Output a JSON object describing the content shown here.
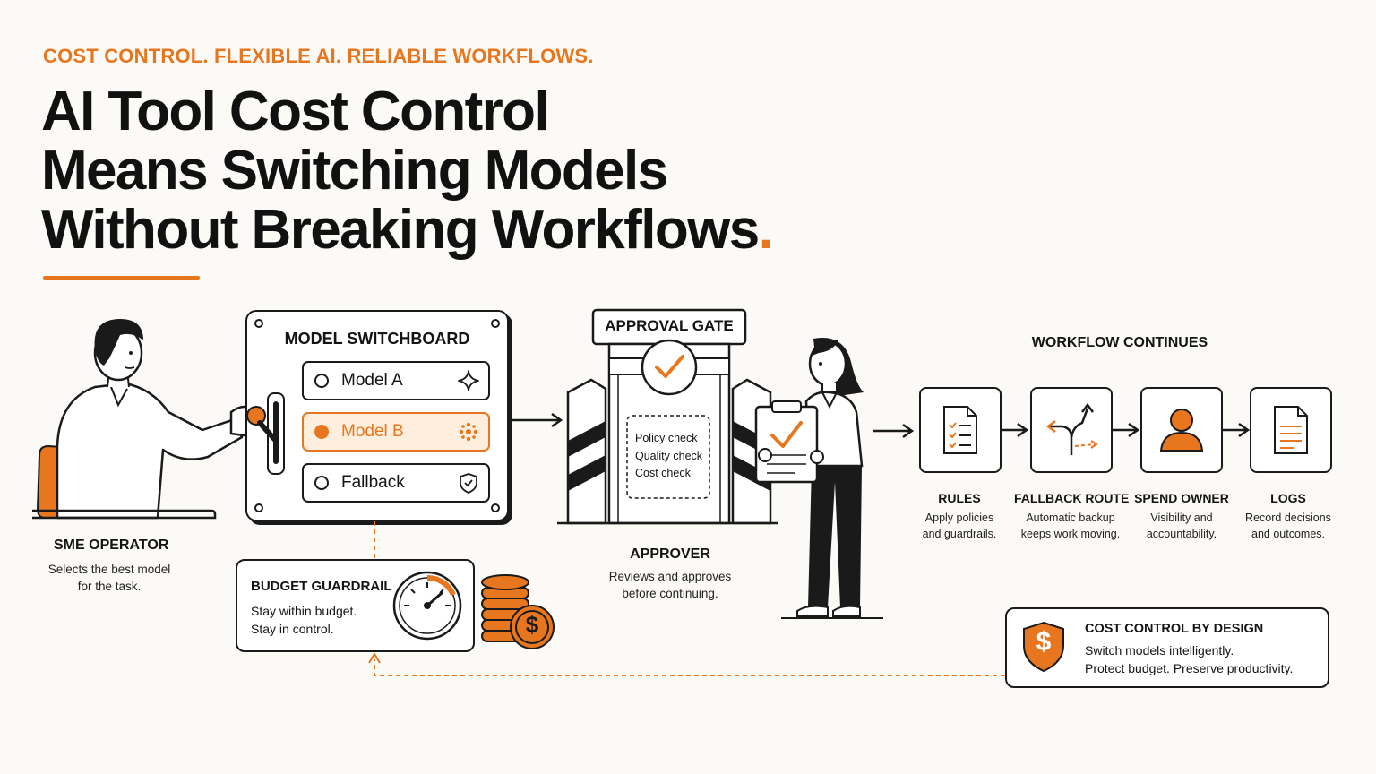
{
  "header": {
    "eyebrow": "COST CONTROL. FLEXIBLE AI. RELIABLE WORKFLOWS.",
    "title_line1": "AI Tool Cost Control",
    "title_line2": "Means Switching Models",
    "title_line3": "Without Breaking Workflows",
    "title_dot": "."
  },
  "operator": {
    "title": "SME OPERATOR",
    "desc_line1": "Selects the best model",
    "desc_line2": "for the task."
  },
  "switchboard": {
    "title": "MODEL SWITCHBOARD",
    "options": [
      {
        "label": "Model A",
        "icon": "sparkle-icon",
        "selected": false
      },
      {
        "label": "Model B",
        "icon": "cluster-icon",
        "selected": true
      },
      {
        "label": "Fallback",
        "icon": "shield-check-icon",
        "selected": false
      }
    ]
  },
  "budget": {
    "title": "BUDGET GUARDRAIL",
    "line1": "Stay within budget.",
    "line2": "Stay in control."
  },
  "gate": {
    "title": "APPROVAL GATE",
    "checks": [
      "Policy check",
      "Quality check",
      "Cost check"
    ]
  },
  "approver": {
    "title": "APPROVER",
    "desc_line1": "Reviews and approves",
    "desc_line2": "before continuing."
  },
  "workflow": {
    "title": "WORKFLOW CONTINUES",
    "steps": [
      {
        "title": "RULES",
        "line1": "Apply policies",
        "line2": "and guardrails.",
        "icon": "checklist-icon"
      },
      {
        "title": "FALLBACK ROUTE",
        "line1": "Automatic backup",
        "line2": "keeps work moving.",
        "icon": "route-split-icon"
      },
      {
        "title": "SPEND OWNER",
        "line1": "Visibility and",
        "line2": "accountability.",
        "icon": "person-icon"
      },
      {
        "title": "LOGS",
        "line1": "Record decisions",
        "line2": "and outcomes.",
        "icon": "document-icon"
      }
    ]
  },
  "design": {
    "title": "COST CONTROL BY DESIGN",
    "line1": "Switch models intelligently.",
    "line2": "Protect budget. Preserve productivity.",
    "symbol": "$"
  },
  "coins": {
    "symbol": "$"
  },
  "colors": {
    "accent": "#e8761e",
    "ink": "#1a1a1a",
    "background": "#fcfaf6"
  }
}
